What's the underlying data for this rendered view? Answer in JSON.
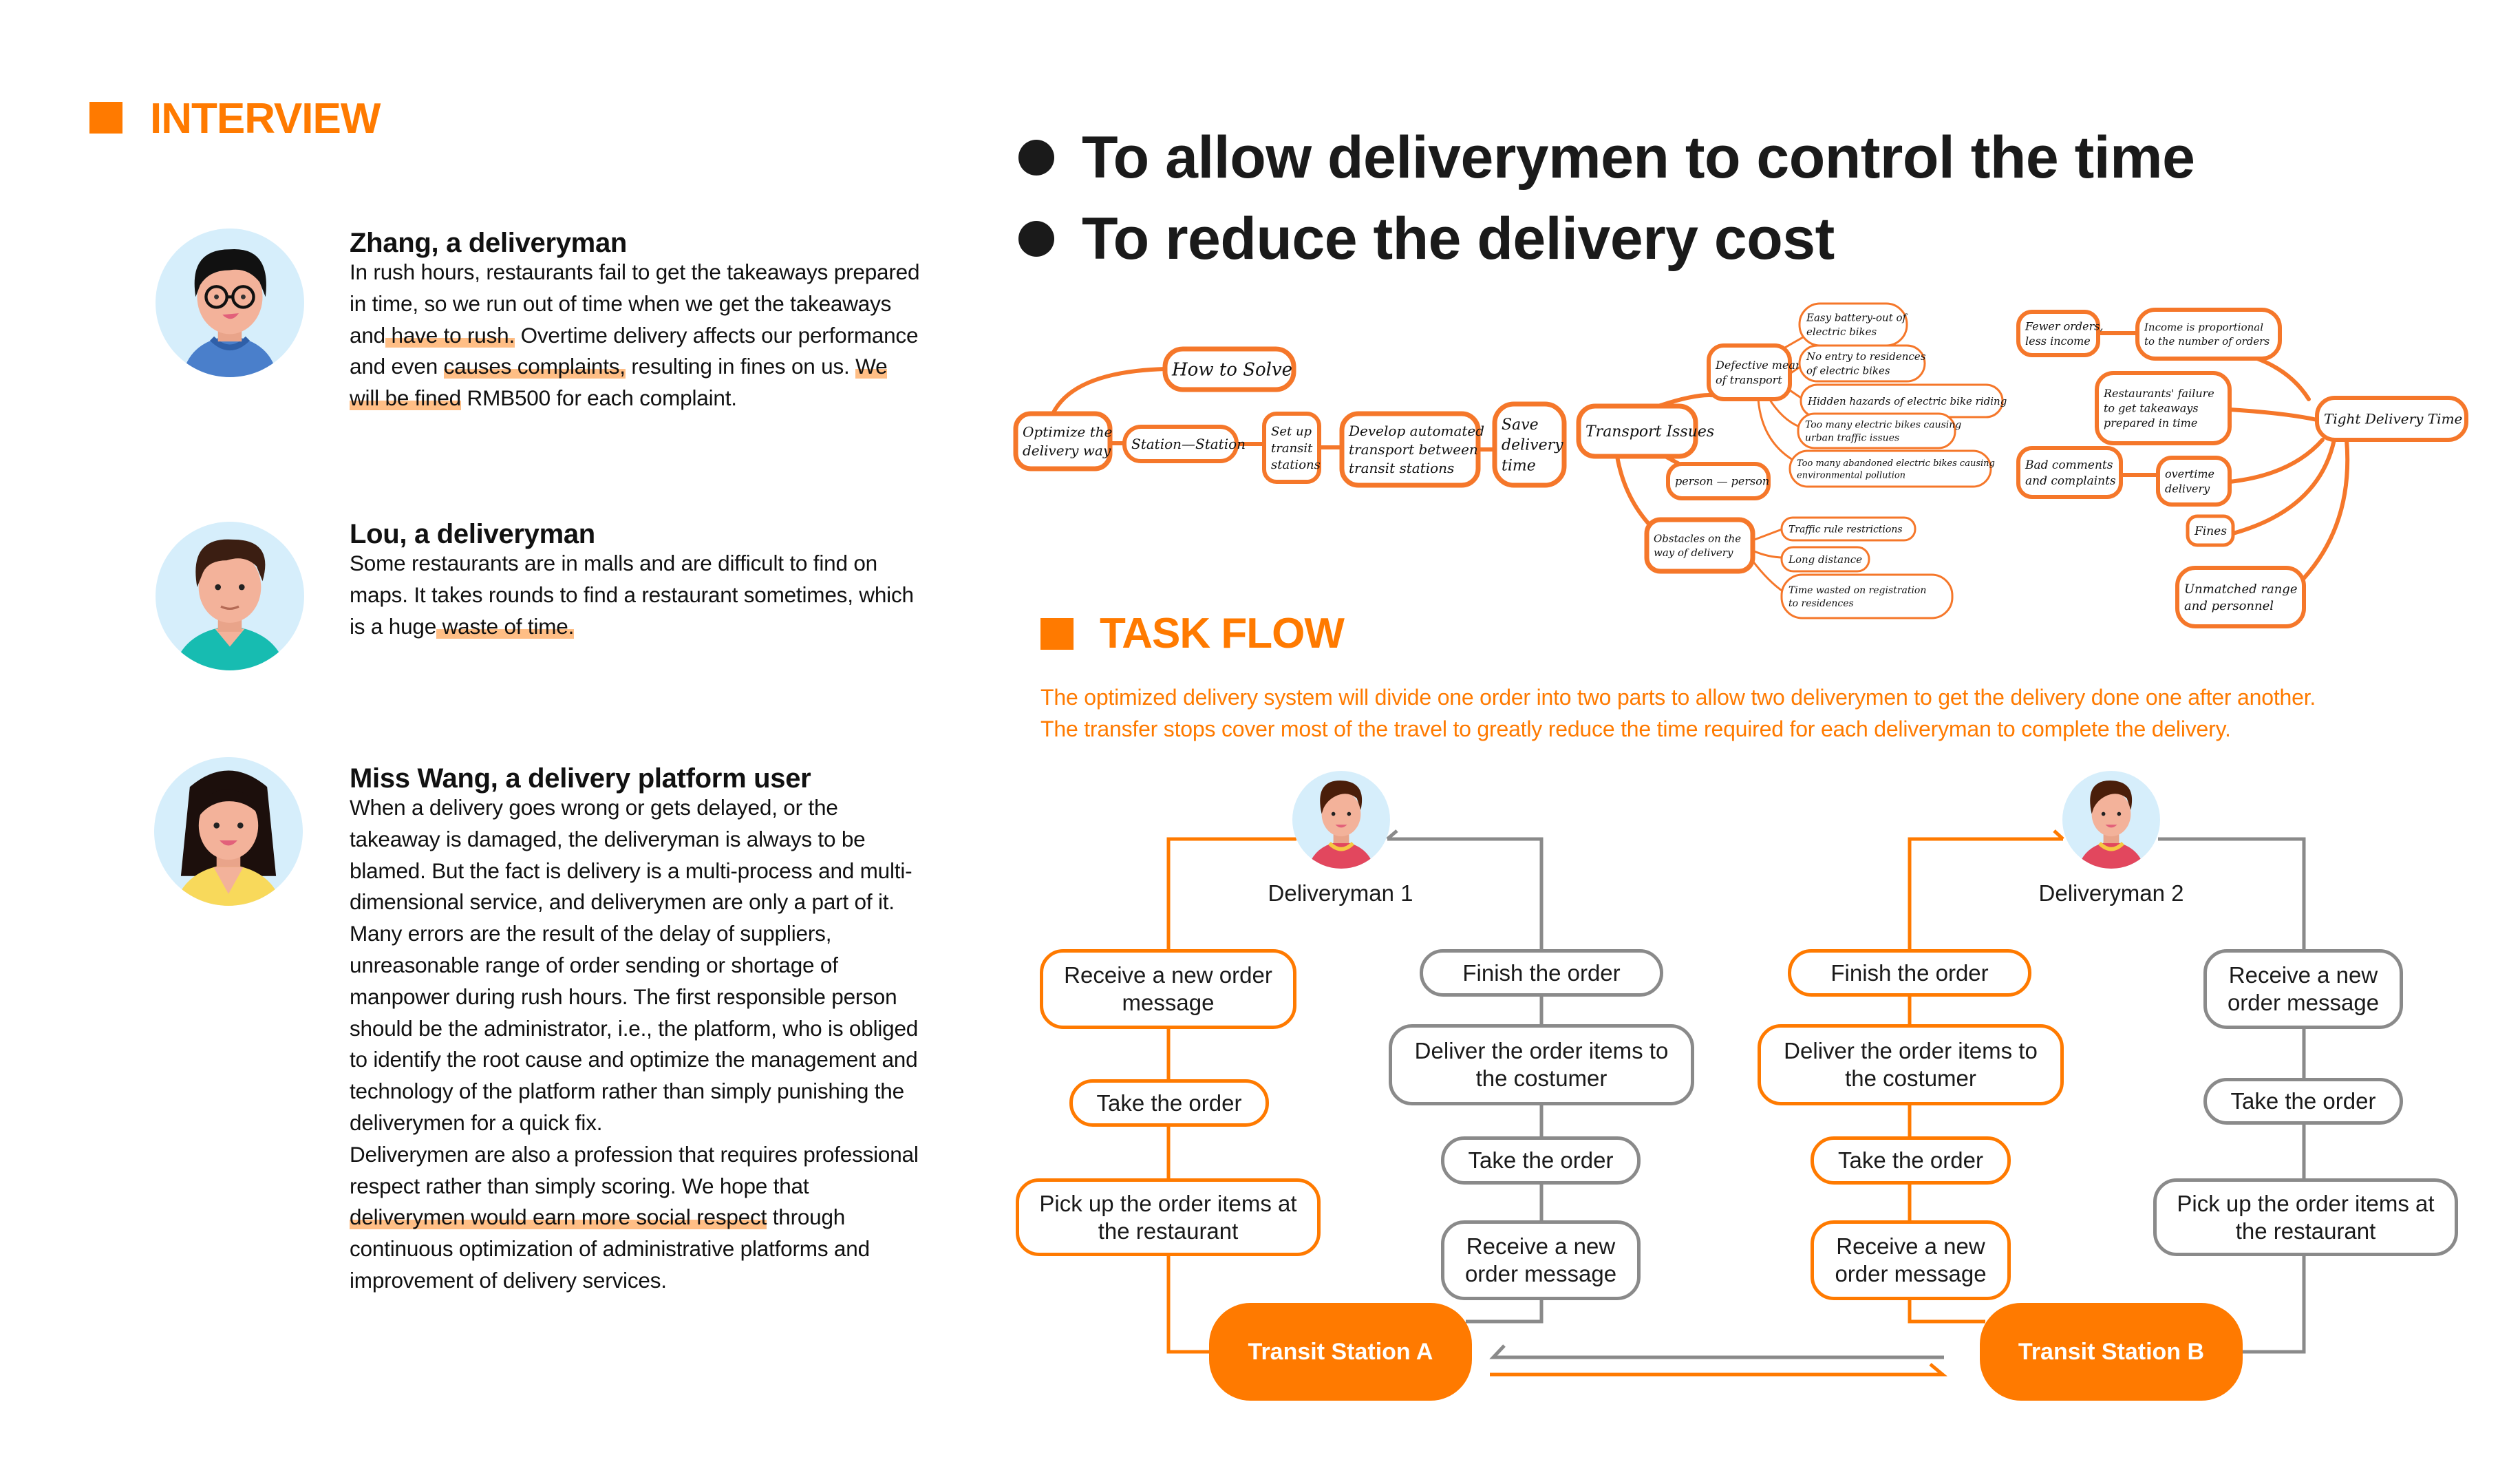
{
  "colors": {
    "accent": "#FF7A00",
    "gray_line": "#8a8a8a",
    "highlight": "#FFBE85"
  },
  "interview": {
    "title": "INTERVIEW",
    "people": [
      {
        "name": "Zhang, a deliveryman",
        "avatar": "man-with-glasses-avatar",
        "segments": [
          {
            "t": "In rush hours, restaurants fail to get the takeaways prepared in time, so we run out of time when we get the takeaways and",
            "h": false
          },
          {
            "t": " have to rush.",
            "h": true
          },
          {
            "t": " Overtime delivery affects our performance and even ",
            "h": false
          },
          {
            "t": "causes complaints,",
            "h": true
          },
          {
            "t": " resulting in fines on us. ",
            "h": false
          },
          {
            "t": "We will be fined",
            "h": true
          },
          {
            "t": " RMB500 for each complaint.",
            "h": false
          }
        ]
      },
      {
        "name": "Lou, a deliveryman",
        "avatar": "man-avatar",
        "segments": [
          {
            "t": "Some restaurants are in malls and are difficult to find on maps. It takes rounds to find a restaurant sometimes, which is a huge",
            "h": false
          },
          {
            "t": " waste of time.",
            "h": true
          }
        ]
      },
      {
        "name": "Miss Wang, a delivery platform user",
        "avatar": "woman-avatar",
        "segments": [
          {
            "t": "When a delivery goes wrong or gets delayed, or the takeaway is damaged, the deliveryman is always to be blamed. But the fact is delivery is a multi-process and multi-dimensional service, and deliverymen are only a part of it. Many errors are the result of the delay of suppliers, unreasonable range of order sending or shortage of manpower during rush hours. The first responsible person should be the administrator, i.e., the platform, who is obliged to identify the root cause and optimize the management and technology of the platform rather than simply punishing the deliverymen for a quick fix.",
            "h": false,
            "br": true
          },
          {
            "t": "Deliverymen are also a profession that requires professional respect rather than simply scoring. We hope that ",
            "h": false
          },
          {
            "t": "deliverymen would earn more social respect",
            "h": true
          },
          {
            "t": " through continuous optimization of administrative platforms and improvement of delivery services.",
            "h": false
          }
        ]
      }
    ]
  },
  "goals": [
    "To allow deliverymen to control the time",
    "To reduce the delivery cost"
  ],
  "mindmap": {
    "nodes": {
      "how_to_solve": "How to Solve",
      "optimize": [
        "Optimize the",
        "delivery way"
      ],
      "station_station": "Station—Station",
      "set_up": [
        "Set up",
        "transit",
        "stations"
      ],
      "develop": [
        "Develop automated",
        "transport between",
        "transit stations"
      ],
      "save_time": [
        "Save",
        "delivery",
        "time"
      ],
      "transport_issues": "Transport  Issues",
      "defective": [
        "Defective means",
        "of transport"
      ],
      "battery": [
        "Easy battery-out of",
        "electric bikes"
      ],
      "no_entry": [
        "No entry to residences",
        "of electric bikes"
      ],
      "hazards": "Hidden hazards of electric bike riding",
      "too_many": [
        "Too many electric bikes causing",
        "urban traffic issues"
      ],
      "abandoned": [
        "Too many abandoned electric bikes causing",
        "environmental pollution"
      ],
      "person_person": "person — person",
      "obstacles": [
        "Obstacles on the",
        "way of delivery"
      ],
      "traffic_rules": "Traffic rule restrictions",
      "long_distance": "Long distance",
      "registration": [
        "Time wasted on registration",
        "to residences"
      ],
      "fewer_orders": [
        "Fewer orders,",
        "less income"
      ],
      "income": [
        "Income is proportional",
        "to the number of orders"
      ],
      "restaurants": [
        "Restaurants' failure",
        "to get takeaways",
        "prepared in time"
      ],
      "tight": "Tight Delivery Time",
      "bad_comments": [
        "Bad comments",
        "and complaints"
      ],
      "overtime": [
        "overtime",
        "delivery"
      ],
      "fines": "Fines",
      "unmatched": [
        "Unmatched range",
        "and personnel"
      ]
    }
  },
  "task_flow": {
    "title": "TASK FLOW",
    "description": [
      "The optimized delivery system will divide one order into two parts to allow two deliverymen to get the delivery done one after another.",
      "The transfer stops cover most of the travel to greatly reduce the time required for each deliveryman to complete the delivery."
    ],
    "deliveryman1": {
      "label": "Deliveryman 1",
      "left": [
        "Receive a new order message",
        "Take the order",
        "Pick up the order items at the restaurant"
      ],
      "right": [
        "Finish the order",
        "Deliver the order items to the costumer",
        "Take the order",
        "Receive a new order message"
      ]
    },
    "deliveryman2": {
      "label": "Deliveryman 2",
      "left": [
        "Finish the order",
        "Deliver the order items to the costumer",
        "Take the order",
        "Receive a new order message"
      ],
      "right": [
        "Receive a new order message",
        "Take the order",
        "Pick up the order items at the restaurant"
      ]
    },
    "station_a": "Transit Station A",
    "station_b": "Transit Station B"
  }
}
